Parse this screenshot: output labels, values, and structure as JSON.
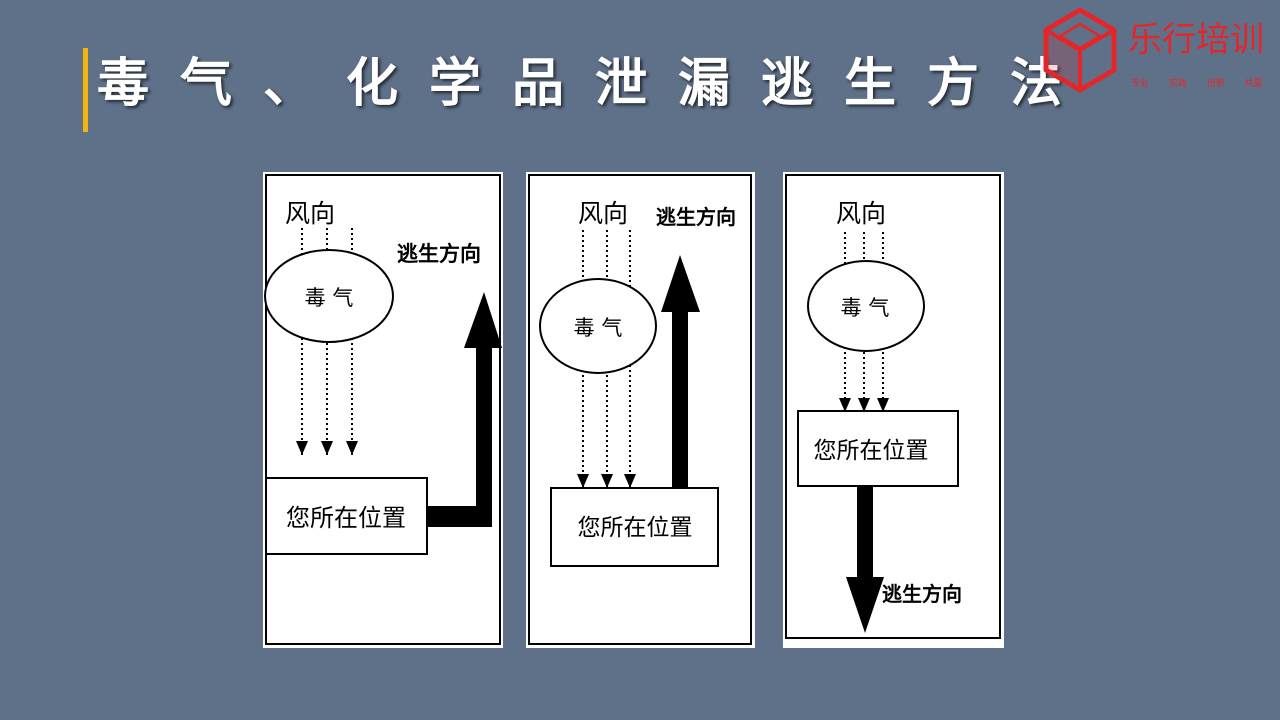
{
  "theme": {
    "background": "#5f7189",
    "accent": "#f2b40f",
    "title_color": "#ffffff",
    "logo_red": "#e3262a"
  },
  "slide": {
    "title": "毒气、化学品泄漏逃生方法"
  },
  "logo": {
    "icon": "hexagon-cube-icon",
    "name": "乐行培训",
    "tagline": "专业 实践 创新 共赢"
  },
  "panels": [
    {
      "wind": "风向",
      "gas": "毒 气",
      "position": "您所在位置",
      "escape": "逃生方向",
      "escape_direction": "sideways-then-up"
    },
    {
      "wind": "风向",
      "gas": "毒 气",
      "position": "您所在位置",
      "escape": "逃生方向",
      "escape_direction": "up"
    },
    {
      "wind": "风向",
      "gas": "毒 气",
      "position": "您所在位置",
      "escape": "逃生方向",
      "escape_direction": "down"
    }
  ]
}
